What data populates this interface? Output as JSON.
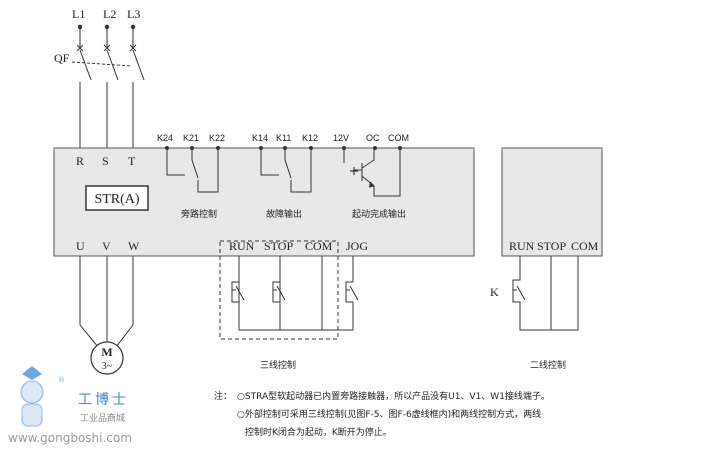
{
  "lines": {
    "l1": "L1",
    "l2": "L2",
    "l3": "L3"
  },
  "breaker": "QF",
  "inputs": {
    "r": "R",
    "s": "S",
    "t": "T"
  },
  "device_label": "STR(A)",
  "top_terms": {
    "k24": "K24",
    "k21": "K21",
    "k22": "K22",
    "k14": "K14",
    "k11": "K11",
    "k12": "K12",
    "v12": "12V",
    "oc": "OC",
    "com": "COM"
  },
  "groups": {
    "bypass": "旁路控制",
    "fault": "故障输出",
    "start_done": "起动完成输出"
  },
  "outputs": {
    "u": "U",
    "v": "V",
    "w": "W"
  },
  "motor": {
    "m": "M",
    "phase": "3~"
  },
  "three_wire": {
    "run": "RUN",
    "stop": "STOP",
    "com": "COM",
    "jog": "JOG",
    "caption": "三线控制"
  },
  "two_wire": {
    "run": "RUN",
    "stop": "STOP",
    "com": "COM",
    "k": "K",
    "caption": "二线控制"
  },
  "notes": {
    "prefix": "注：",
    "line1": "○STRA型软起动器已内置旁路接触器，所以产品没有U1、V1、W1接线端子。",
    "line2": "○外部控制可采用三线控制(见图F-5、图F-6虚线框内)和两线控制方式，两线",
    "line3": "控制时K闭合为起动，K断开为停止。"
  },
  "watermark": {
    "brand": "工博士",
    "tagline": "工业品商城",
    "url": "www.gongboshi.com",
    "reg": "®"
  }
}
